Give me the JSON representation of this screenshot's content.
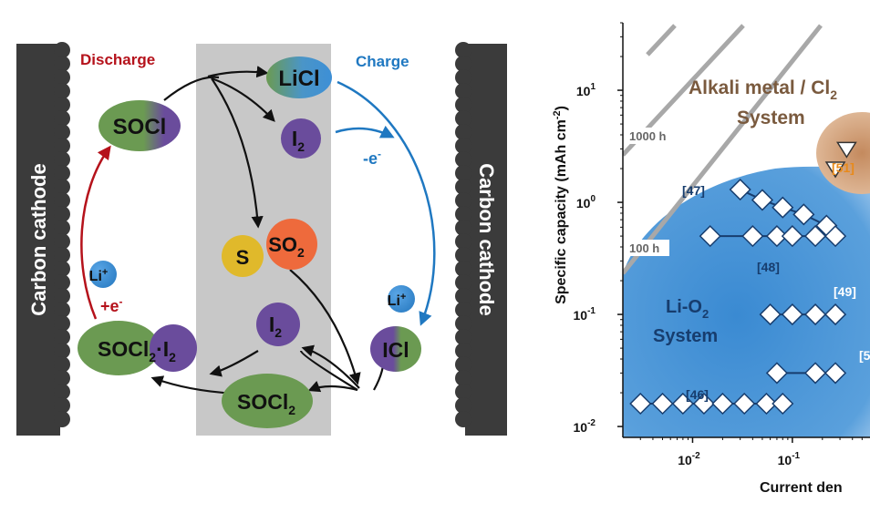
{
  "left": {
    "electrodes": {
      "left_label": "Carbon cathode",
      "right_label": "Carbon cathode"
    },
    "modes": {
      "discharge": "Discharge",
      "charge": "Charge"
    },
    "species": {
      "licl": "LiCl",
      "socl_a": "SO",
      "socl_b": "Cl",
      "i2_top_a": "I",
      "i2_top_b": "2",
      "s": "S",
      "so2_a": "SO",
      "so2_b": "2",
      "i2_mid_a": "I",
      "i2_mid_b": "2",
      "socl2_i2_a": "SOCl",
      "socl2_i2_b": "2",
      "socl2_i2_c": "·I",
      "socl2_i2_d": "2",
      "socl2_a": "SOCl",
      "socl2_b": "2",
      "icl": "ICl",
      "li_left_a": "Li",
      "li_left_b": "+",
      "li_right_a": "Li",
      "li_right_b": "+"
    },
    "annotations": {
      "plus_e": "+e",
      "plus_e_sup": "-",
      "minus_e": "-e",
      "minus_e_sup": "-"
    },
    "colors": {
      "electrode": "#3b3b3b",
      "electrolyte": "#c8c8c8",
      "discharge": "#b5121b",
      "charge": "#1f78c1",
      "green": "#6b9a52",
      "purple": "#6a4c9c",
      "yellow": "#e0b92b",
      "orange": "#ee6a3c",
      "blue": "#3d8fd6"
    }
  },
  "chart": {
    "ylabel_a": "Specific capacity (mAh cm",
    "ylabel_sup": "-2",
    "ylabel_b": ")",
    "xlabel": "Current den",
    "xlabel_note": "Axis title cropped at right edge",
    "y_ticks": [
      {
        "base": "10",
        "exp": "1",
        "value": 10
      },
      {
        "base": "10",
        "exp": "0",
        "value": 1
      },
      {
        "base": "10",
        "exp": "-1",
        "value": 0.1
      },
      {
        "base": "10",
        "exp": "-2",
        "value": 0.01
      }
    ],
    "x_ticks": [
      {
        "base": "10",
        "exp": "-2",
        "value": 0.01
      },
      {
        "base": "10",
        "exp": "-1",
        "value": 0.1
      }
    ],
    "regions": {
      "alkali_a": "Alkali metal / Cl",
      "alkali_sub": "2",
      "alkali_b": "System",
      "lio2_a": "Li-O",
      "lio2_sub": "2",
      "lio2_b": "System"
    },
    "time_lines": {
      "h1000": "1000 h",
      "h100": "100 h"
    },
    "refs": {
      "r46": "[46]",
      "r47": "[47]",
      "r48": "[48]",
      "r49": "[49]",
      "r51": "[51]",
      "r5x": "[5"
    },
    "chart_data": {
      "type": "scatter",
      "x_scale": "log",
      "y_scale": "log",
      "ylim": [
        0.01,
        40
      ],
      "series": [
        {
          "name": "[46]",
          "x": [
            0.003,
            0.005,
            0.008,
            0.013,
            0.02,
            0.033,
            0.055,
            0.08
          ],
          "y": [
            0.016,
            0.016,
            0.016,
            0.016,
            0.016,
            0.016,
            0.016,
            0.016
          ]
        },
        {
          "name": "[47]",
          "x": [
            0.03,
            0.05,
            0.08,
            0.13,
            0.22
          ],
          "y": [
            1.3,
            1.05,
            0.9,
            0.78,
            0.62
          ]
        },
        {
          "name": "[48]",
          "x": [
            0.015,
            0.04,
            0.07,
            0.1,
            0.17,
            0.27
          ],
          "y": [
            0.5,
            0.5,
            0.5,
            0.5,
            0.5,
            0.5
          ]
        },
        {
          "name": "[49]",
          "x": [
            0.06,
            0.1,
            0.17,
            0.27
          ],
          "y": [
            0.1,
            0.1,
            0.1,
            0.1
          ]
        },
        {
          "name": "[5",
          "x": [
            0.07,
            0.17,
            0.27
          ],
          "y": [
            0.03,
            0.03,
            0.03
          ]
        },
        {
          "name": "[51]",
          "x": [
            0.35,
            0.27
          ],
          "y": [
            3.0,
            2.0
          ]
        }
      ]
    }
  }
}
